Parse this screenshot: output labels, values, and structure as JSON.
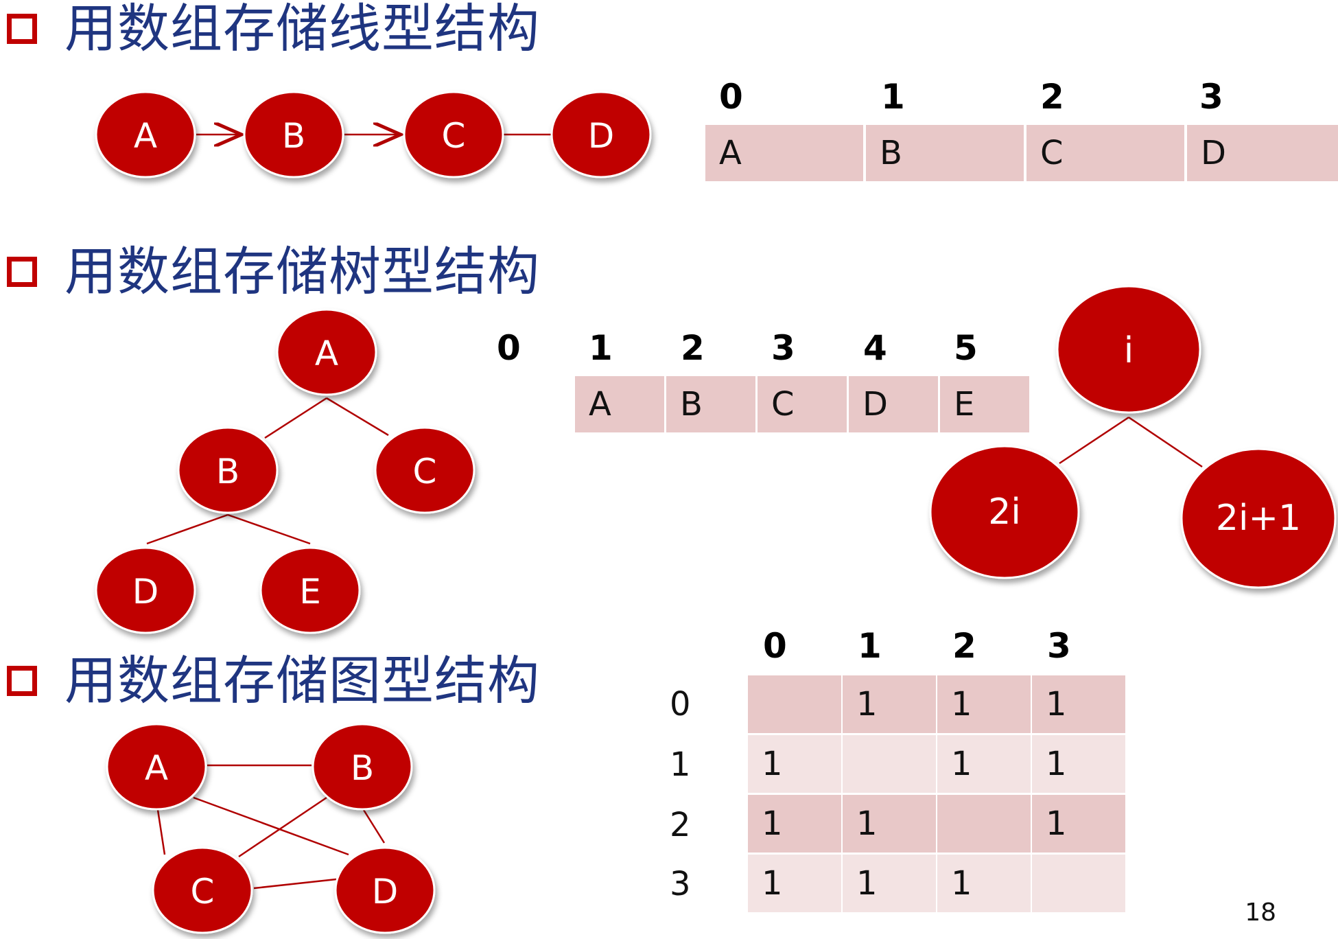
{
  "headings": {
    "linear": "用数组存储线型结构",
    "tree": "用数组存储树型结构",
    "graph": "用数组存储图型结构"
  },
  "linear": {
    "nodes": [
      "A",
      "B",
      "C",
      "D"
    ],
    "indices": [
      "0",
      "1",
      "2",
      "3"
    ],
    "cells": [
      "A",
      "B",
      "C",
      "D"
    ]
  },
  "tree": {
    "nodes": [
      "A",
      "B",
      "C",
      "D",
      "E"
    ],
    "indices": [
      "0",
      "1",
      "2",
      "3",
      "4",
      "5"
    ],
    "cells": [
      "A",
      "B",
      "C",
      "D",
      "E"
    ],
    "formula": {
      "parent": "i",
      "left": "2i",
      "right": "2i+1"
    }
  },
  "graph": {
    "nodes": [
      "A",
      "B",
      "C",
      "D"
    ],
    "col_headers": [
      "0",
      "1",
      "2",
      "3"
    ],
    "row_headers": [
      "0",
      "1",
      "2",
      "3"
    ],
    "matrix": [
      [
        "",
        "1",
        "1",
        "1"
      ],
      [
        "1",
        "",
        "1",
        "1"
      ],
      [
        "1",
        "1",
        "",
        "1"
      ],
      [
        "1",
        "1",
        "1",
        ""
      ]
    ]
  },
  "page_number": "18",
  "colors": {
    "node_fill": "#c00000",
    "edge": "#b00000",
    "heading": "#1f3580",
    "cell_dark": "#e8c8c8",
    "cell_light": "#f3e3e3"
  }
}
